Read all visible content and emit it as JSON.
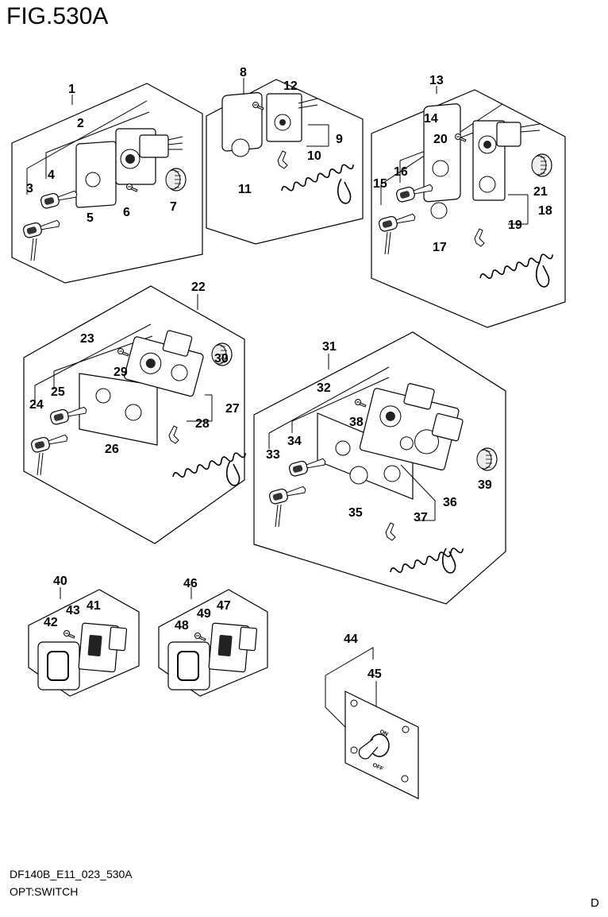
{
  "figure": {
    "title": "FIG.530A",
    "code": "DF140B_E11_023_530A",
    "subtitle": "OPT:SWITCH",
    "corner_letter": "D"
  },
  "callouts": {
    "p1": "1",
    "p2": "2",
    "p3": "3",
    "p4": "4",
    "p5": "5",
    "p6": "6",
    "p7": "7",
    "p8": "8",
    "p9": "9",
    "p10": "10",
    "p11": "11",
    "p12": "12",
    "p13": "13",
    "p14": "14",
    "p15": "15",
    "p16": "16",
    "p17": "17",
    "p18": "18",
    "p19": "19",
    "p20": "20",
    "p21": "21",
    "p22": "22",
    "p23": "23",
    "p24": "24",
    "p25": "25",
    "p26": "26",
    "p27": "27",
    "p28": "28",
    "p29": "29",
    "p30": "30",
    "p31": "31",
    "p32": "32",
    "p33": "33",
    "p34": "34",
    "p35": "35",
    "p36": "36",
    "p37": "37",
    "p38": "38",
    "p39": "39",
    "p40": "40",
    "p41": "41",
    "p42": "42",
    "p43": "43",
    "p44": "44",
    "p45": "45",
    "p46": "46",
    "p47": "47",
    "p48": "48",
    "p49": "49"
  },
  "panel_marks": {
    "on": "ON",
    "off": "OFF"
  }
}
